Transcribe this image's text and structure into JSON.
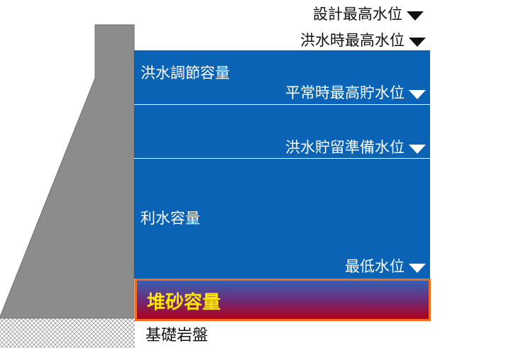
{
  "levels": {
    "design_high": "設計最高水位",
    "flood_high": "洪水時最高水位",
    "normal_high": "平常時最高貯水位",
    "flood_storage": "洪水貯留準備水位",
    "minimum": "最低水位"
  },
  "zones": {
    "flood_control": "洪水調節容量",
    "water_use": "利水容量",
    "sediment": "堆砂容量"
  },
  "bedrock": "基礎岩盤",
  "colors": {
    "water": "#0a63b5",
    "dam": "#8c8c8c",
    "sediment_border": "#f36b1c",
    "sediment_text": "#ffe600"
  }
}
